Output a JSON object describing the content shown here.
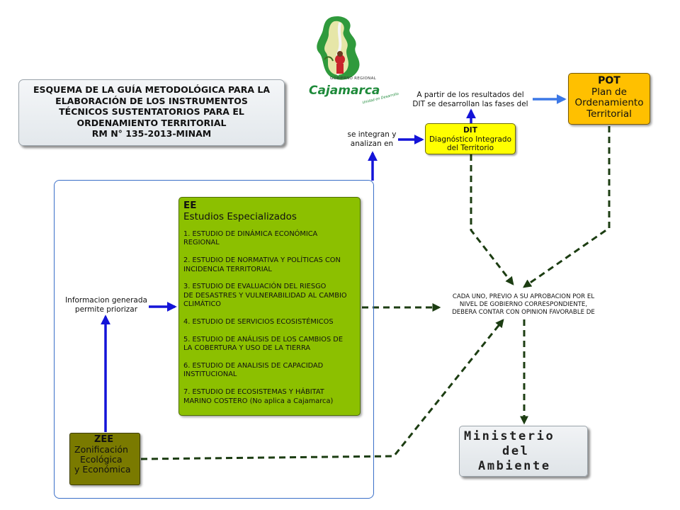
{
  "title": {
    "lines": [
      "ESQUEMA DE LA GUÍA METODOLÓGICA PARA LA",
      "ELABORACIÓN DE LOS INSTRUMENTOS",
      "TÉCNICOS SUSTENTATORIOS PARA EL",
      "ORDENAMIENTO TERRITORIAL",
      "RM N° 135-2013-MINAM"
    ]
  },
  "logo": {
    "gov_text": "GOBIERNO REGIONAL",
    "name": "Cajamarca",
    "tagline": "Unidad en Desarrollo"
  },
  "labels": {
    "apartir": [
      "A partir  de los resultados del",
      "DIT se desarrollan las fases del"
    ],
    "integran": [
      "se integran y",
      "analizan en"
    ],
    "info": [
      "Informacion generada",
      "permite priorizar"
    ],
    "cada": [
      "CADA UNO, PREVIO A SU APROBACION POR EL",
      "NIVEL DE GOBIERNO CORRESPONDIENTE,",
      "DEBERA CONTAR CON OPINION FAVORABLE DE"
    ]
  },
  "dit": {
    "head": "DIT",
    "lines": [
      "Diagnóstico Integrado",
      "del Territorio"
    ]
  },
  "pot": {
    "head": "POT",
    "lines": [
      "Plan de",
      "Ordenamiento",
      "Territorial"
    ]
  },
  "ee": {
    "head": "EE",
    "subhead": "Estudios Especializados",
    "items": [
      [
        "1. ESTUDIO DE DINÁMICA ECONÓMICA",
        "REGIONAL"
      ],
      [
        "2. ESTUDIO DE NORMATIVA Y POLÍTICAS CON",
        "INCIDENCIA TERRITORIAL"
      ],
      [
        "3. ESTUDIO DE EVALUACIÓN DEL RIESGO",
        "DE DESASTRES Y VULNERABILIDAD AL CAMBIO",
        "CLIMÁTICO"
      ],
      [
        "4. ESTUDIO DE SERVICIOS ECOSISTÉMICOS"
      ],
      [
        "5. ESTUDIO DE ANÁLISIS DE LOS CAMBIOS DE",
        "LA COBERTURA Y USO DE LA TIERRA"
      ],
      [
        "6. ESTUDIO DE ANALISIS DE CAPACIDAD",
        "INSTITUCIONAL"
      ],
      [
        "7. ESTUDIO DE ECOSISTEMAS Y HÁBITAT",
        "MARINO COSTERO (No aplica a Cajamarca)"
      ]
    ]
  },
  "zee": {
    "head": "ZEE",
    "lines": [
      "Zonificación",
      "Ecológica",
      "y Económica"
    ]
  },
  "minam": {
    "lines": [
      "Ministerio",
      "del",
      "Ambiente"
    ]
  },
  "colors": {
    "arrow_blue": "#1414d8",
    "arrow_light_blue": "#3c78e6",
    "dashed_green": "#1c3d12",
    "dit_fill": "#ffff00",
    "pot_fill": "#ffc000",
    "ee_fill": "#8cc000",
    "zee_fill": "#7a7a00",
    "container_border": "#3a6fc8"
  }
}
